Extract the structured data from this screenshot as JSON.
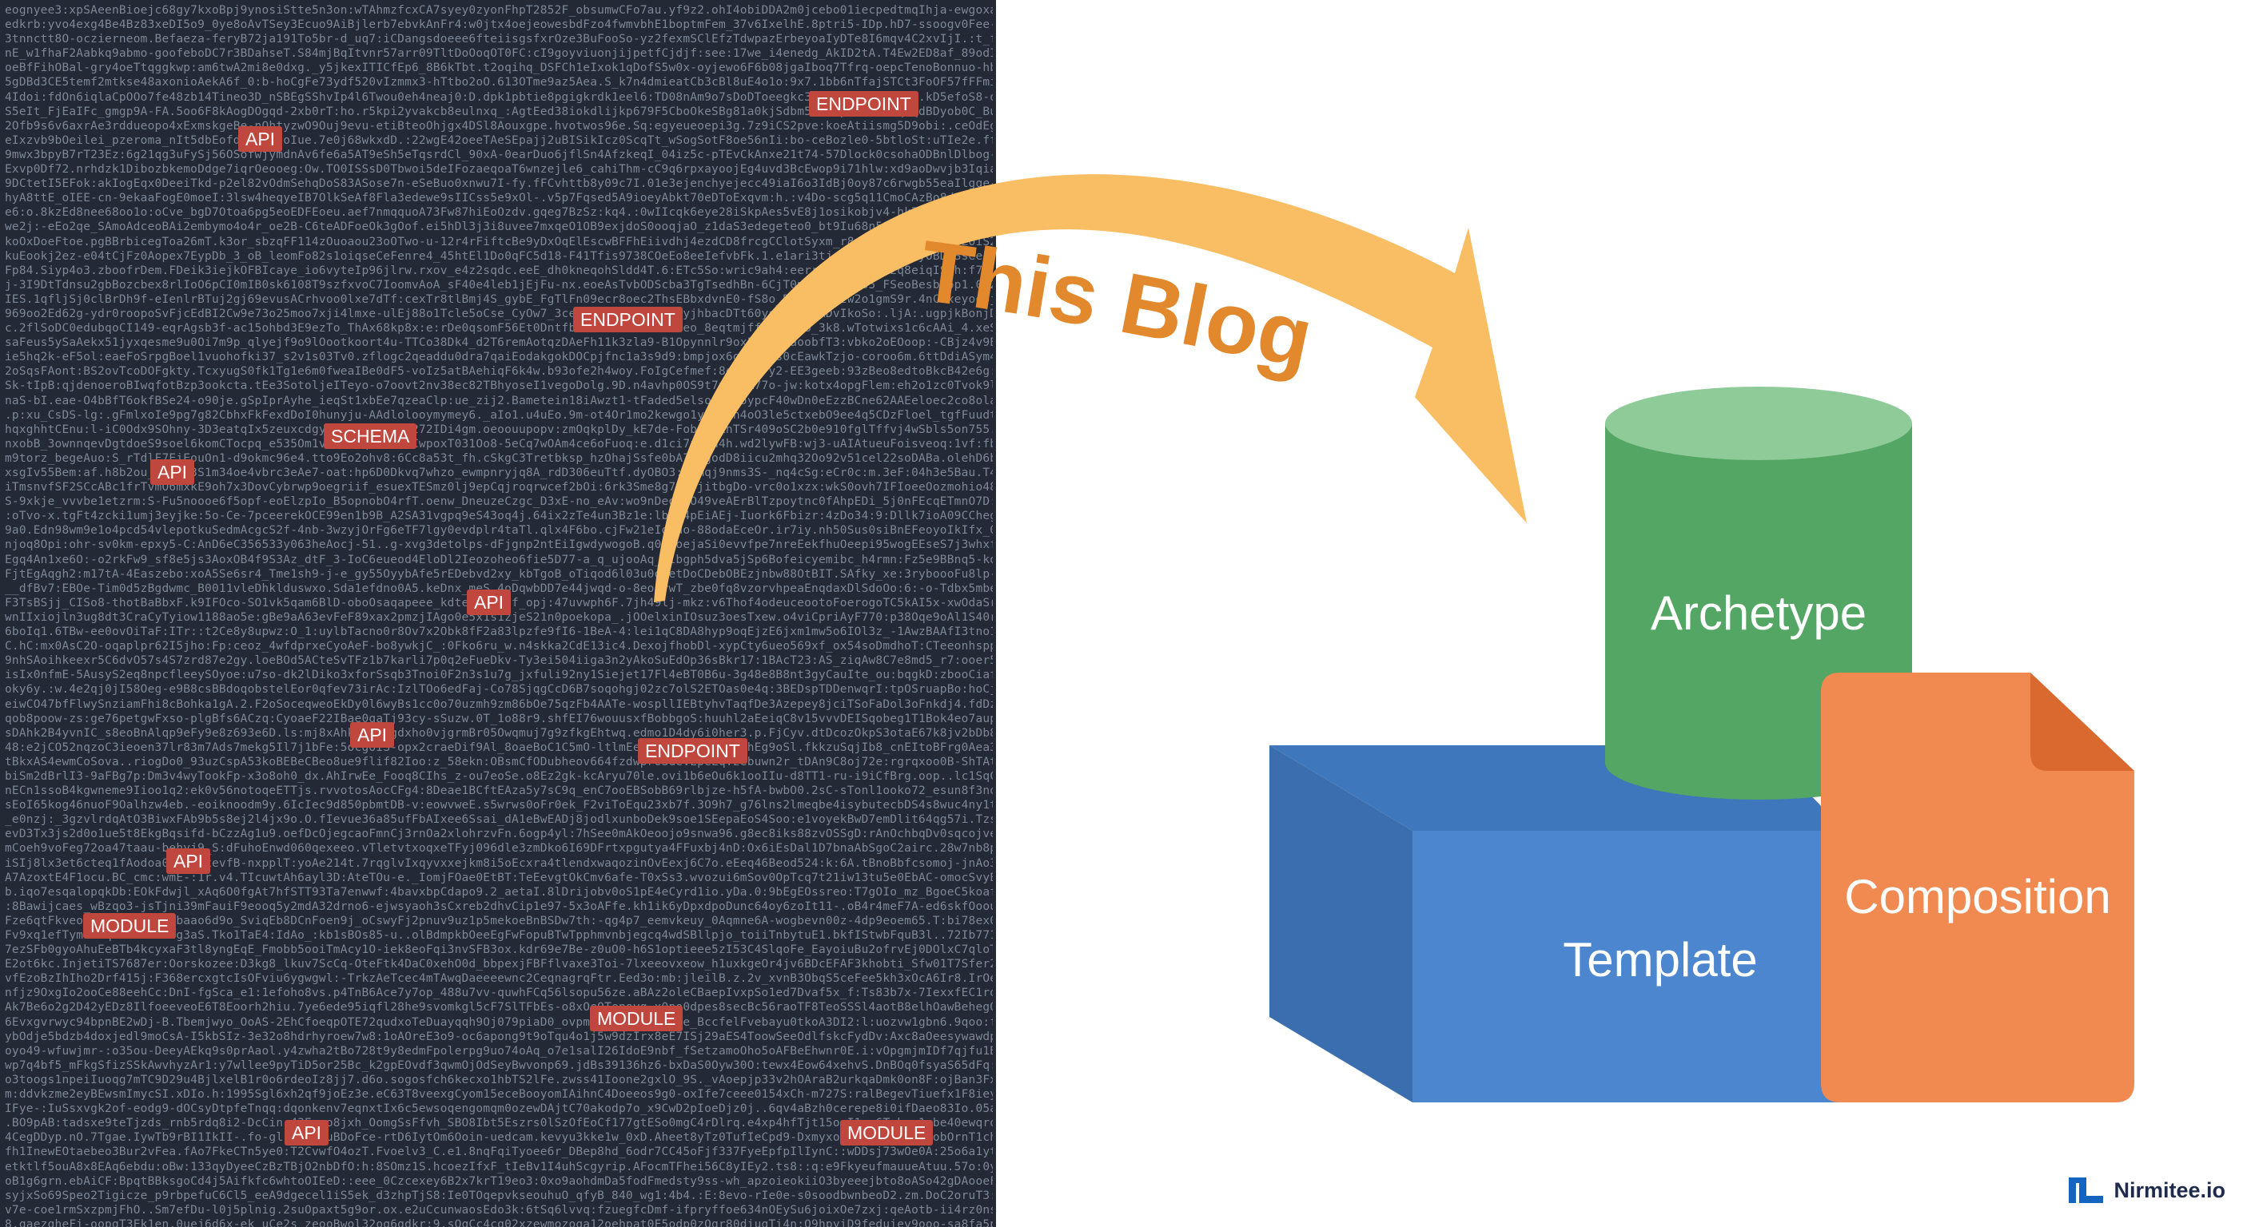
{
  "code_tags": [
    {
      "label": "ENDPOINT"
    },
    {
      "label": "API"
    },
    {
      "label": "ENDPOINT"
    },
    {
      "label": "SCHEMA"
    },
    {
      "label": "API"
    },
    {
      "label": "API"
    },
    {
      "label": "API"
    },
    {
      "label": "ENDPOINT"
    },
    {
      "label": "API"
    },
    {
      "label": "MODULE"
    },
    {
      "label": "MODULE"
    },
    {
      "label": "API"
    },
    {
      "label": "MODULE"
    }
  ],
  "arrow": {
    "label": "This Blog",
    "color": "#f9bd63",
    "text_color": "#e2882d"
  },
  "blocks": {
    "archetype": {
      "label": "Archetype",
      "color": "#53a663"
    },
    "template": {
      "label": "Template",
      "color": "#4b86cf"
    },
    "composition": {
      "label": "Composition",
      "color": "#f18a50"
    }
  },
  "brand": {
    "name": "Nirmitee.io",
    "color": "#1565c0"
  }
}
